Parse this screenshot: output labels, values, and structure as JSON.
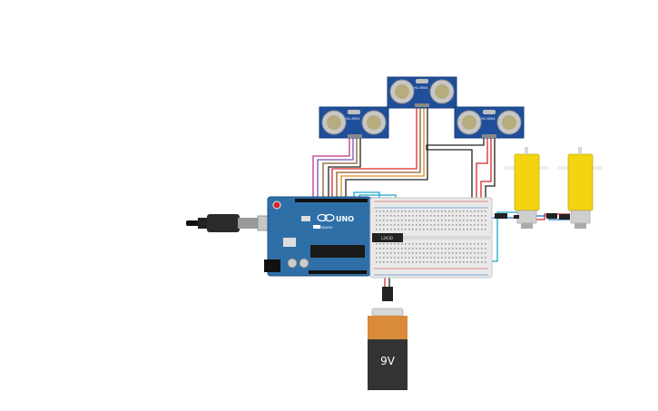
{
  "sensors": {
    "label": "HC-SR04"
  },
  "arduino": {
    "logo_text": "UNO",
    "brand_text": "ARDUINO"
  },
  "driver": {
    "label": "L293D"
  },
  "battery": {
    "label": "9V"
  },
  "colors": {
    "sensor_board": "#1f4f9a",
    "arduino_board": "#2f6fa8",
    "breadboard": "#e9e9e9",
    "motor": "#f2d410",
    "battery_top": "#d98a3a",
    "battery_body": "#333333",
    "wire_red": "#d62828",
    "wire_black": "#222222",
    "wire_blue": "#1e6fc9",
    "wire_cyan": "#1aa6c8",
    "wire_brown": "#8a5a2b",
    "wire_pink": "#c2338a",
    "wire_purple": "#7b4fb0",
    "wire_orange": "#e08a1e",
    "wire_yellow": "#e6c229"
  }
}
